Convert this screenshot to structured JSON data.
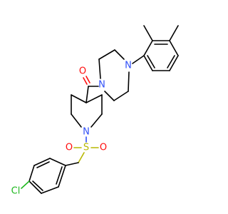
{
  "atom_labels": {
    "oxygen_carbonyl": "O",
    "nitrogen_piperazine_top": "N",
    "nitrogen_piperazine_left": "N",
    "nitrogen_piperidine": "N",
    "sulfur": "S",
    "oxygen_sulfonyl_left": "O",
    "oxygen_sulfonyl_right": "O",
    "chlorine": "Cl"
  },
  "colors": {
    "carbon_bond": "#000000",
    "oxygen": "#ff0d0d",
    "nitrogen": "#3050f8",
    "sulfur": "#b8b800",
    "chlorine": "#1fb81f",
    "background": "#ffffff"
  }
}
